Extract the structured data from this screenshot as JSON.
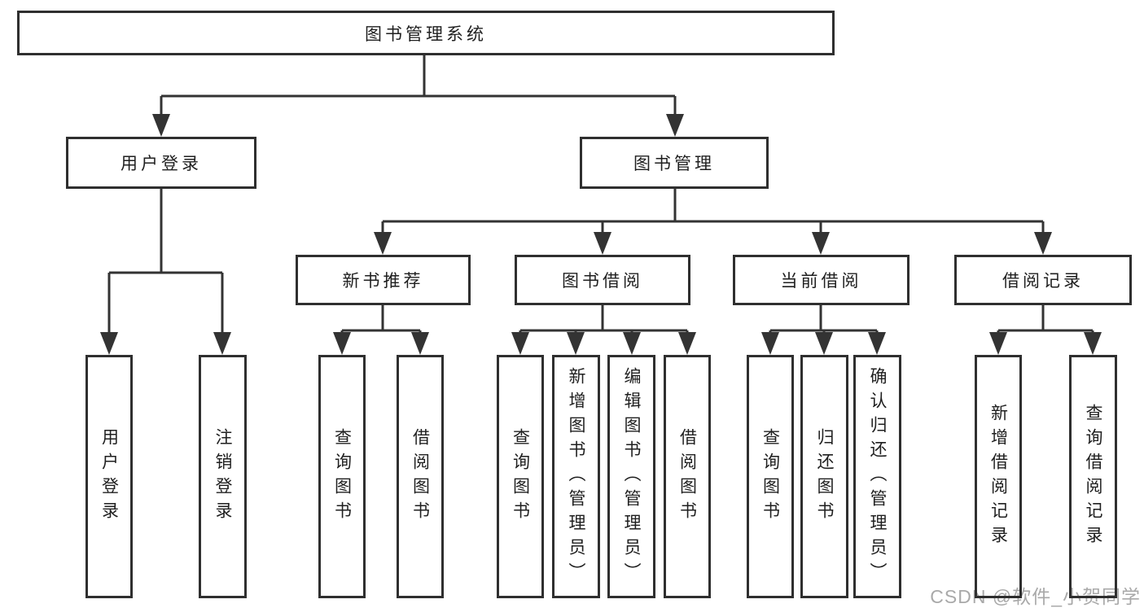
{
  "diagram": {
    "tree": {
      "root": "图书管理系统",
      "branches": [
        {
          "label": "用户登录",
          "leaves": [
            "用户登录",
            "注销登录"
          ]
        },
        {
          "label": "图书管理",
          "sections": [
            {
              "label": "新书推荐",
              "leaves": [
                "查询图书",
                "借阅图书"
              ]
            },
            {
              "label": "图书借阅",
              "leaves": [
                "查询图书",
                "新增图书（管理员）",
                "编辑图书（管理员）",
                "借阅图书"
              ]
            },
            {
              "label": "当前借阅",
              "leaves": [
                "查询图书",
                "归还图书",
                "确认归还（管理员）"
              ]
            },
            {
              "label": "借阅记录",
              "leaves": [
                "新增借阅记录",
                "查询借阅记录"
              ]
            }
          ]
        }
      ]
    },
    "watermark": "CSDN @软件_小贺同学",
    "colors": {
      "line": "#333333",
      "border": "#2f2f2f",
      "text": "#1f1f1f",
      "watermark": "#a9a9a9",
      "background": "#ffffff"
    }
  }
}
